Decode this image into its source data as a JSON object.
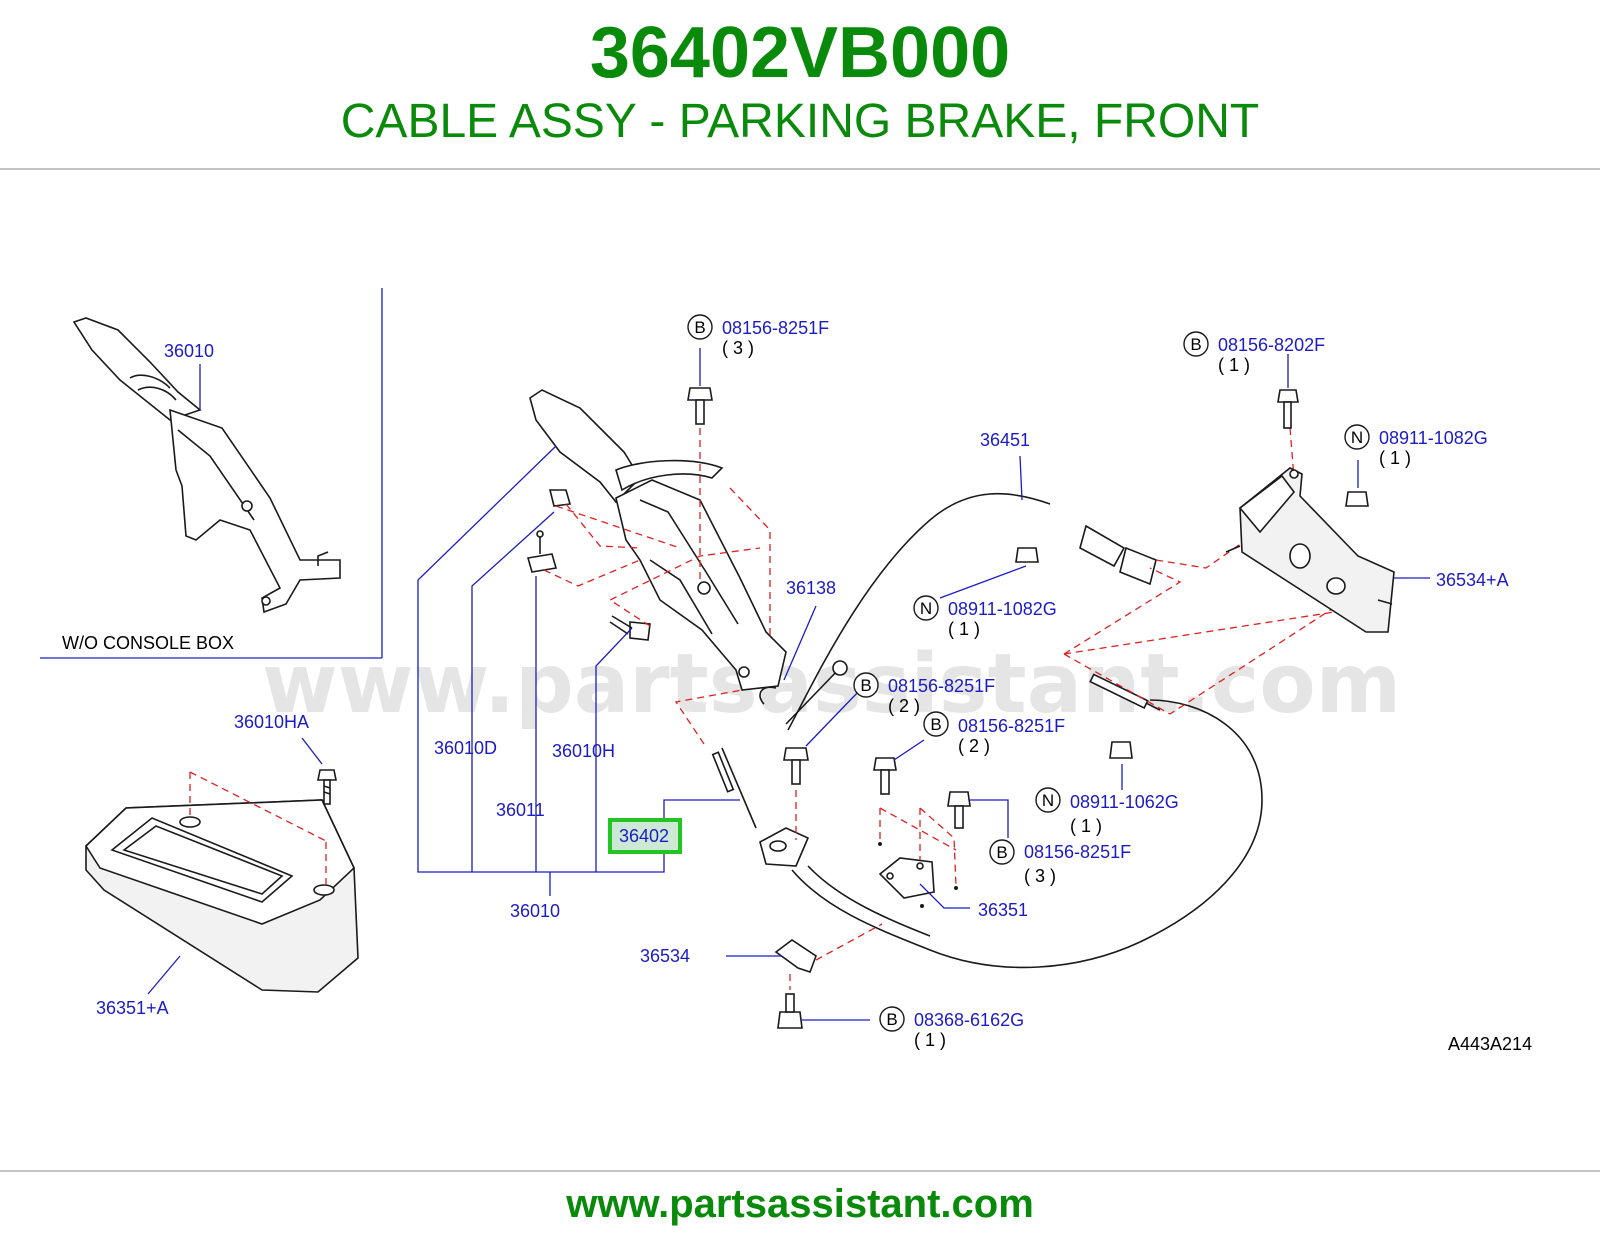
{
  "header": {
    "part_number": "36402VB000",
    "description": "CABLE ASSY - PARKING BRAKE, FRONT"
  },
  "diagram": {
    "inset_caption": "W/O   CONSOLE   BOX",
    "watermark": "www.partsassistant.com",
    "reference_code": "A443A214",
    "highlighted_part": "36402",
    "callouts": {
      "inset_lever": "36010",
      "console_bolt": "36010HA",
      "console": "36351+A",
      "lever_d": "36010D",
      "pin": "36011",
      "lever_h": "36010H",
      "lever_assy": "36010",
      "clip": "36138",
      "rear_cable": "36451",
      "bracket_right": "36534+A",
      "plate": "36351",
      "bracket_small": "36534"
    },
    "fasteners": [
      {
        "key": "f1",
        "letter": "B",
        "part": "08156-8251F",
        "qty": "( 3 )"
      },
      {
        "key": "f2",
        "letter": "B",
        "part": "08156-8202F",
        "qty": "( 1 )"
      },
      {
        "key": "f3",
        "letter": "N",
        "part": "08911-1082G",
        "qty": "( 1 )"
      },
      {
        "key": "f4",
        "letter": "N",
        "part": "08911-1082G",
        "qty": "( 1 )"
      },
      {
        "key": "f5",
        "letter": "B",
        "part": "08156-8251F",
        "qty": "( 2 )"
      },
      {
        "key": "f6",
        "letter": "B",
        "part": "08156-8251F",
        "qty": "( 2 )"
      },
      {
        "key": "f7",
        "letter": "N",
        "part": "08911-1062G",
        "qty": "( 1 )"
      },
      {
        "key": "f8",
        "letter": "B",
        "part": "08156-8251F",
        "qty": "( 3 )"
      },
      {
        "key": "f9",
        "letter": "B",
        "part": "08368-6162G",
        "qty": "( 1 )"
      }
    ],
    "colors": {
      "title_green": "#0a8a0a",
      "callout_blue": "#1c1cc4",
      "highlight_green": "#22c522",
      "highlight_fill": "#cde9d6",
      "dash_red": "#e02020"
    }
  },
  "footer": {
    "url": "www.partsassistant.com"
  }
}
